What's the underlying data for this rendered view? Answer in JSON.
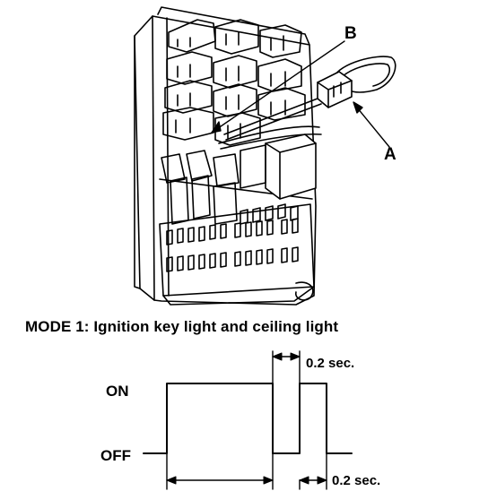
{
  "labels": {
    "connector_b": "B",
    "jumper_a": "A"
  },
  "mode": {
    "title": "MODE 1: Ignition key light and ceiling light",
    "on_label": "ON",
    "off_label": "OFF",
    "pulse_interval_top": "0.2 sec.",
    "pulse_interval_bottom": "0.2 sec."
  },
  "colors": {
    "ink": "#000000",
    "paper": "#ffffff"
  }
}
